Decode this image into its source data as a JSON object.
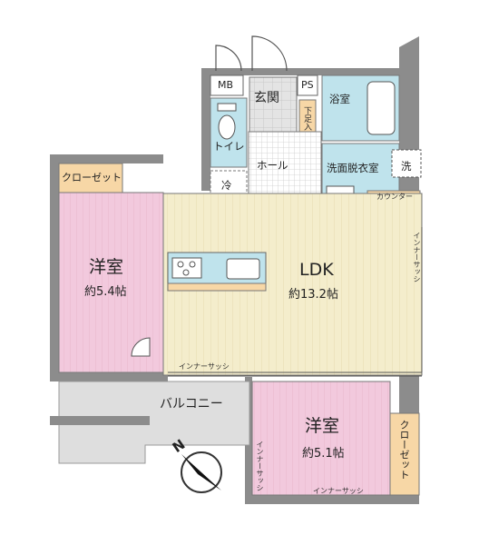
{
  "rooms": {
    "western_left": {
      "label": "洋室",
      "size": "約5.4帖"
    },
    "ldk": {
      "label": "LDK",
      "size": "約13.2帖"
    },
    "western_right": {
      "label": "洋室",
      "size": "約5.1帖"
    }
  },
  "labels": {
    "closet_left": "クローゼット",
    "closet_right": "クローゼット",
    "mb": "MB",
    "ps": "PS",
    "genkan": "玄関",
    "getabako": "下足入",
    "bath": "浴室",
    "toilet": "トイレ",
    "hall": "ホール",
    "washroom": "洗面脱衣室",
    "washer": "洗",
    "fridge": "冷",
    "counter": "カウンター",
    "inner_sash_bottom_left": "インナーサッシ",
    "inner_sash_bottom_right": "インナーサッシ",
    "inner_sash_right": "インナーサッシ",
    "inner_sash_vertical": "インナーサッシ",
    "balcony": "バルコニー",
    "north": "N"
  },
  "colors": {
    "wall": "#8c8c8c",
    "ldk_floor": "#f3ecc9",
    "bedroom_floor": "#f0c8dc",
    "closet": "#f7d7a6",
    "wet_area": "#bfe3ec",
    "hall_floor": "#ffffff",
    "balcony": "#dedede"
  }
}
